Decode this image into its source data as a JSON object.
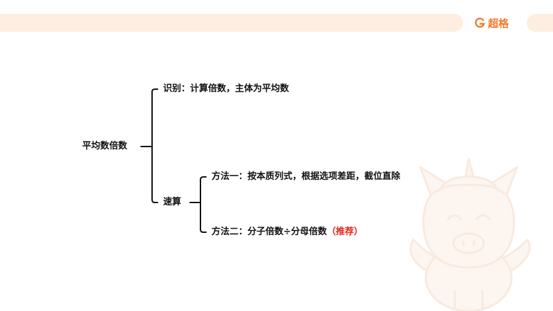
{
  "brand": {
    "name": "超格",
    "icon": "brand-logo-icon",
    "color": "#f27a2a"
  },
  "mindmap": {
    "root": "平均数倍数",
    "identify": "识别：计算倍数，主体为平均数",
    "quick": "速算",
    "method1": "方法一：按本质列式，根据选项差距，截位直除",
    "method2_text": "方法二：分子倍数÷分母倍数",
    "method2_tag": "（推荐）"
  },
  "colors": {
    "accent": "#f27a2a",
    "banner": "#fdeee1",
    "highlight": "#e8231c",
    "text": "#111111"
  }
}
